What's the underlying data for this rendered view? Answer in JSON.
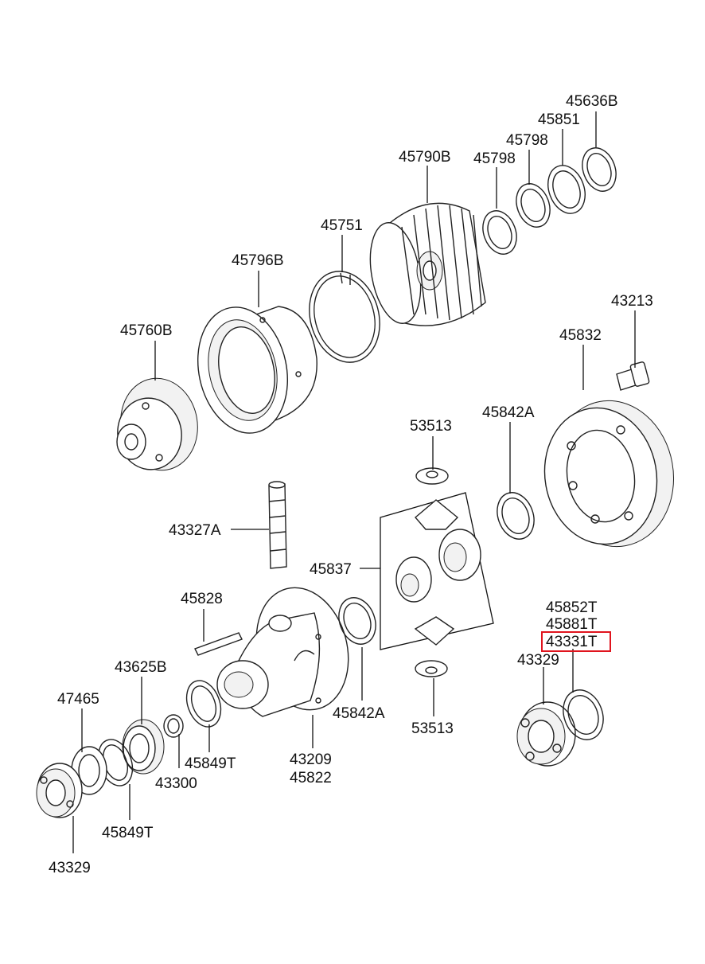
{
  "highlight_color": "#e0141e",
  "highlighted_part": "43331T",
  "labels": {
    "p45636B": "45636B",
    "p45851": "45851",
    "p45798a": "45798",
    "p45798b": "45798",
    "p45790B": "45790B",
    "p45751": "45751",
    "p45796B": "45796B",
    "p43213": "43213",
    "p45760B": "45760B",
    "p45832": "45832",
    "p53513a": "53513",
    "p45842Aa": "45842A",
    "p43327A": "43327A",
    "p45837": "45837",
    "p45828": "45828",
    "p45852T": "45852T",
    "p45881T": "45881T",
    "p43331T": "43331T",
    "p43329a": "43329",
    "p43625B": "43625B",
    "p47465": "47465",
    "p45842Ab": "45842A",
    "p53513b": "53513",
    "p45849Ta": "45849T",
    "p43209": "43209",
    "p45822": "45822",
    "p43300": "43300",
    "p45849Tb": "45849T",
    "p43329b": "43329"
  }
}
